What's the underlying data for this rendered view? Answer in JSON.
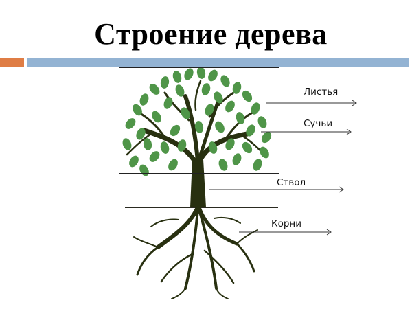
{
  "slide": {
    "title": "Строение дерева",
    "accent_colors": {
      "orange": "#df7d45",
      "blue": "#93b3d3"
    }
  },
  "diagram": {
    "labels": {
      "leaves": "Листья",
      "branches": "Сучьи",
      "trunk": "Ствол",
      "roots": "Корни"
    },
    "colors": {
      "leaf": "#4f9548",
      "leaf_dark": "#3f7d3a",
      "wood": "#283010",
      "line": "#333333"
    }
  }
}
